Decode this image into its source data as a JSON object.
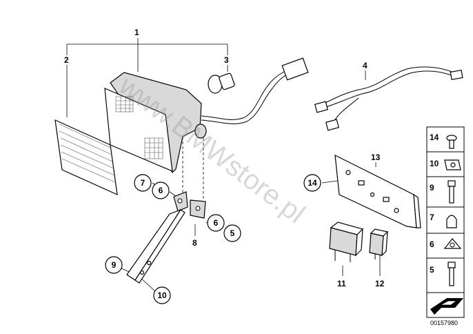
{
  "parts": {
    "p1": "1",
    "p2": "2",
    "p3": "3",
    "p4": "4",
    "p5": "5",
    "p6": "6",
    "p7": "7",
    "p8": "8",
    "p9": "9",
    "p10": "10",
    "p11": "11",
    "p12": "12",
    "p13": "13",
    "p14": "14"
  },
  "legend": [
    "14",
    "10",
    "9",
    "7",
    "6",
    "5"
  ],
  "diagram_id": "00157980",
  "watermark": "www.BMWstore.pl"
}
